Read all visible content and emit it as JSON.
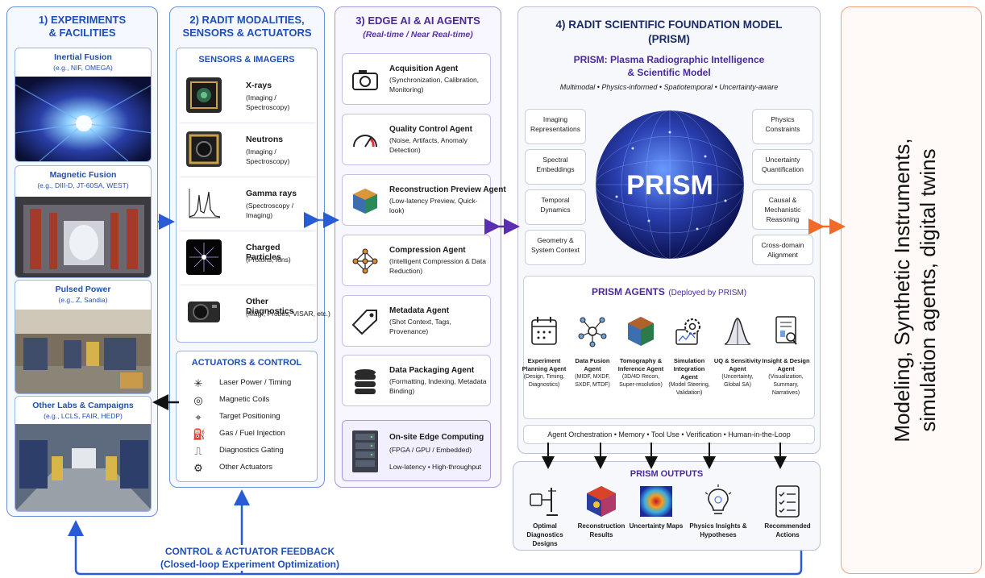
{
  "col1": {
    "title_line1": "1) EXPERIMENTS",
    "title_line2": "& FACILITIES",
    "facilities": [
      {
        "title": "Inertial Fusion",
        "sub": "(e.g., NIF, OMEGA)"
      },
      {
        "title": "Magnetic Fusion",
        "sub": "(e.g., DIII-D, JT-60SA, WEST)"
      },
      {
        "title": "Pulsed Power",
        "sub": "(e.g., Z, Sandia)"
      },
      {
        "title": "Other Labs & Campaigns",
        "sub": "(e.g., LCLS, FAIR, HEDP)"
      }
    ]
  },
  "col2": {
    "title_line1": "2) RADIT MODALITIES,",
    "title_line2": "SENSORS & ACTUATORS",
    "sensors_title": "SENSORS & IMAGERS",
    "sensors": [
      {
        "title": "X-rays",
        "sub": "(Imaging / Spectroscopy)"
      },
      {
        "title": "Neutrons",
        "sub": "(Imaging / Spectroscopy)"
      },
      {
        "title": "Gamma rays",
        "sub": "(Spectroscopy / Imaging)"
      },
      {
        "title": "Charged Particles",
        "sub": "(Protons, Ions)"
      },
      {
        "title": "Other Diagnostics",
        "sub": "(Mag., Probes, VISAR, etc.)"
      }
    ],
    "actuators_title": "ACTUATORS & CONTROL",
    "actuators": [
      {
        "label": "Laser Power / Timing",
        "icon": "laser-icon"
      },
      {
        "label": "Magnetic Coils",
        "icon": "coil-icon"
      },
      {
        "label": "Target Positioning",
        "icon": "target-icon"
      },
      {
        "label": "Gas / Fuel Injection",
        "icon": "gas-icon"
      },
      {
        "label": "Diagnostics Gating",
        "icon": "pulse-icon"
      },
      {
        "label": "Other Actuators",
        "icon": "gear-icon"
      }
    ]
  },
  "col3": {
    "title": "3) EDGE AI & AI AGENTS",
    "subtitle": "(Real-time / Near Real-time)",
    "agents": [
      {
        "title": "Acquisition Agent",
        "sub": "(Synchronization, Calibration, Monitoring)",
        "icon": "camera-icon"
      },
      {
        "title": "Quality Control Agent",
        "sub": "(Noise, Artifacts, Anomaly Detection)",
        "icon": "gauge-icon"
      },
      {
        "title": "Reconstruction Preview Agent",
        "sub": "(Low-latency Preview, Quick-look)",
        "icon": "cube-icon"
      },
      {
        "title": "Compression Agent",
        "sub": "(Intelligent Compression & Data Reduction)",
        "icon": "network-icon"
      },
      {
        "title": "Metadata Agent",
        "sub": "(Shot Context, Tags, Provenance)",
        "icon": "tag-icon"
      },
      {
        "title": "Data Packaging Agent",
        "sub": "(Formatting, Indexing, Metadata Binding)",
        "icon": "database-icon"
      }
    ],
    "edge": {
      "title": "On-site Edge Computing",
      "sub": "(FPGA / GPU / Embedded)",
      "sub2": "Low-latency • High-throughput"
    }
  },
  "col4": {
    "title_line1": "4) RADIT SCIENTIFIC FOUNDATION MODEL",
    "title_line2": "(PRISM)",
    "prism_line1": "PRISM: Plasma Radiographic Intelligence",
    "prism_line2": "& Scientific Model",
    "tagline": "Multimodal • Physics-informed • Spatiotemporal • Uncertainty-aware",
    "sphere_label": "PRISM",
    "left_caps": [
      "Imaging Representations",
      "Spectral Embeddings",
      "Temporal Dynamics",
      "Geometry & System Context"
    ],
    "right_caps": [
      "Physics Constraints",
      "Uncertainty Quantification",
      "Causal & Mechanistic Reasoning",
      "Cross-domain Alignment"
    ],
    "agents_title": "PRISM AGENTS",
    "agents_title_suffix": "(Deployed by PRISM)",
    "prism_agents": [
      {
        "title": "Experiment Planning Agent",
        "sub": "(Design, Timing, Diagnostics)"
      },
      {
        "title": "Data Fusion Agent",
        "sub": "(MIDF, MXDF, SXDF, MTDF)"
      },
      {
        "title": "Tomography & Inference Agent",
        "sub": "(3D/4D Recon, Super-resolution)"
      },
      {
        "title": "Simulation Integration Agent",
        "sub": "(Model Steering, Validation)"
      },
      {
        "title": "UQ & Sensitivity Agent",
        "sub": "(Uncertainty, Global SA)"
      },
      {
        "title": "Insight & Design Agent",
        "sub": "(Visualization, Summary, Narratives)"
      }
    ],
    "orchestration": "Agent Orchestration • Memory • Tool Use • Verification • Human-in-the-Loop"
  },
  "outputs": {
    "title": "PRISM OUTPUTS",
    "items": [
      "Optimal Diagnostics Designs",
      "Reconstruction Results",
      "Uncertainty Maps",
      "Physics Insights & Hypotheses",
      "Recommended Actions"
    ]
  },
  "feedback": {
    "line1": "CONTROL & ACTUATOR FEEDBACK",
    "line2": "(Closed-loop Experiment Optimization)"
  },
  "right_panel": {
    "line1": "Modeling, Synthetic Instruments,",
    "line2": "simulation agents, digital twins"
  },
  "colors": {
    "blue": "#1f4fb4",
    "purple": "#4a2a9a",
    "orange": "#f06a2a"
  }
}
